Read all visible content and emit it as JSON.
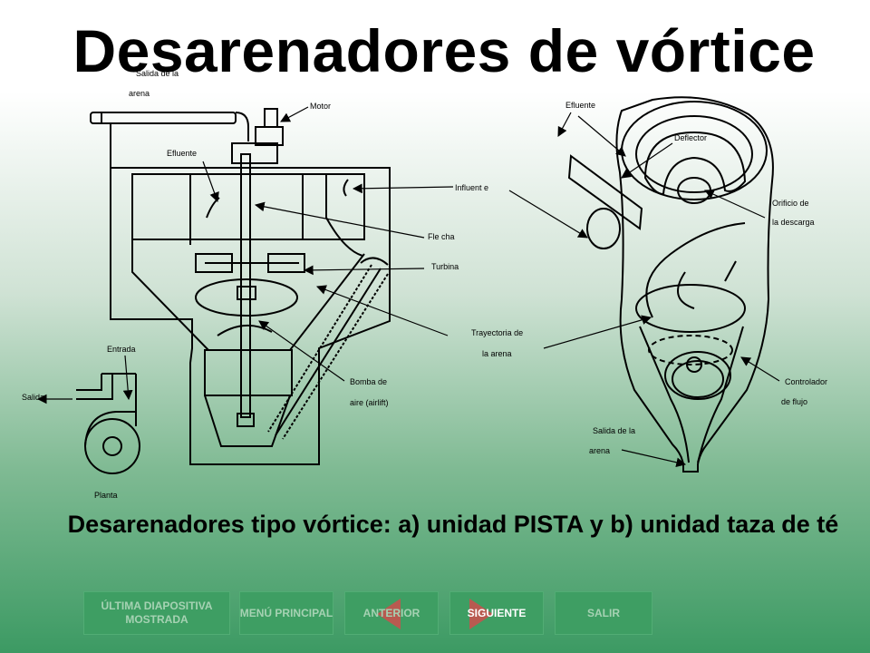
{
  "slide": {
    "title": "Desarenadores de vórtice",
    "caption": "Desarenadores tipo vórtice: a) unidad PISTA  y b) unidad taza de té"
  },
  "diagram_a": {
    "labels": {
      "salida_arena_1": "Salida de la",
      "salida_arena_2": "arena",
      "motor": "Motor",
      "efluente": "Efluente",
      "influente": "Influent  e",
      "flecha": "Fle  cha",
      "turbina": "Turbina",
      "trayectoria_1": "Trayectoria de",
      "trayectoria_2": "la arena",
      "bomba_1": "Bomba de",
      "bomba_2": "aire (airlift)",
      "entrada": "Entrada",
      "salida": "Salida",
      "planta": "Planta"
    }
  },
  "diagram_b": {
    "labels": {
      "efluente": "Efluente",
      "deflector": "Deflector",
      "orificio_1": "Orificio de",
      "orificio_2": "la descarga",
      "controlador_1": "Controlador",
      "controlador_2": "de flujo",
      "salida_arena_1": "Salida de la",
      "salida_arena_2": "arena"
    }
  },
  "nav": {
    "last_slide": "ÚLTIMA DIAPOSITIVA MOSTRADA",
    "main_menu": "MENÚ PRINCIPAL",
    "previous": "ANTERIOR",
    "next": "SIGUIENTE",
    "exit": "SALIR"
  },
  "colors": {
    "nav_button": "#3e9e63",
    "nav_text": "#a6d2b3",
    "arrow_icon": "#b85a50"
  }
}
